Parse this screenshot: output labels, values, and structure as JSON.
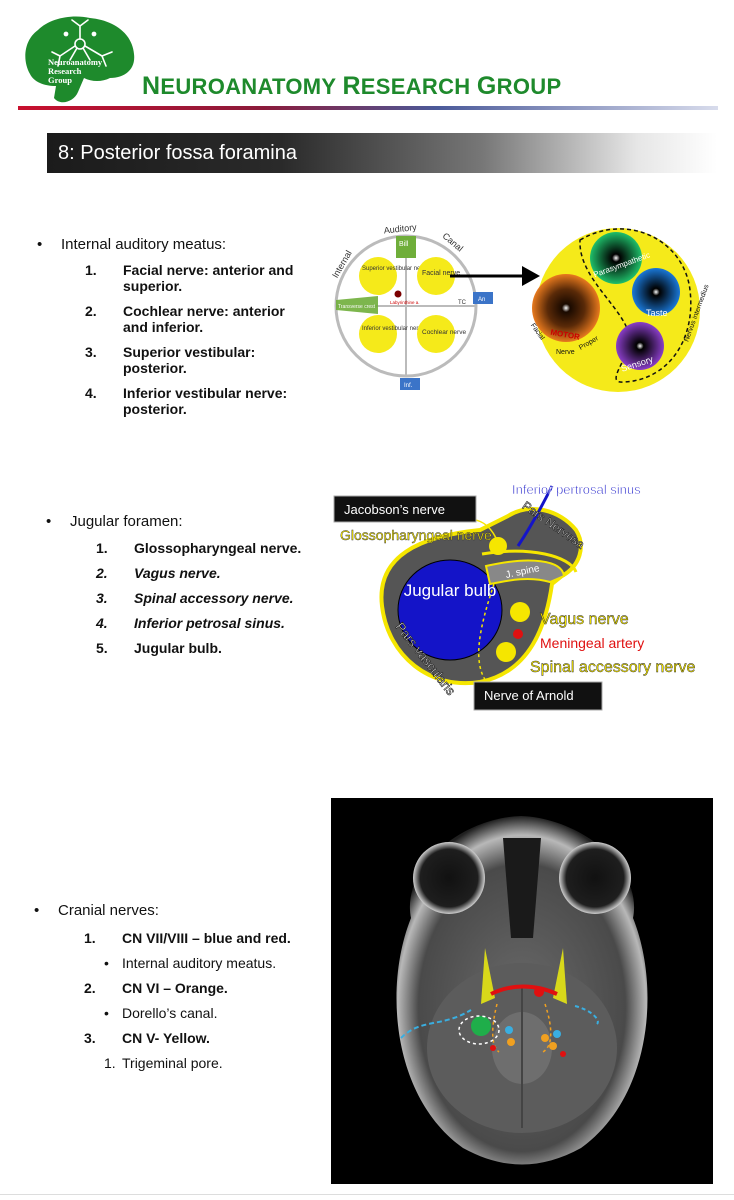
{
  "header": {
    "logo_text": [
      "Neuroanatomy",
      "Research",
      "Group"
    ],
    "title_parts": [
      {
        "big": "N",
        "rest": "EUROANATOMY"
      },
      {
        "big": "R",
        "rest": "ESEARCH"
      },
      {
        "big": "G",
        "rest": "ROUP"
      }
    ],
    "colors": {
      "green": "#1e8a2c",
      "red_line": "#c8102e"
    }
  },
  "slide_title": "8: Posterior fossa foramina",
  "sections": {
    "iam": {
      "heading": "Internal auditory meatus:",
      "items": [
        {
          "num": "1.",
          "text": "Facial nerve: anterior and superior."
        },
        {
          "num": "2.",
          "text": "Cochlear nerve: anterior and inferior."
        },
        {
          "num": "3.",
          "text": "Superior vestibular: posterior."
        },
        {
          "num": "4.",
          "text": "Inferior vestibular nerve: posterior."
        }
      ]
    },
    "jugular": {
      "heading": "Jugular foramen:",
      "items": [
        {
          "num": "1.",
          "text": "Glossopharyngeal nerve."
        },
        {
          "num": "2.",
          "text": "Vagus nerve."
        },
        {
          "num": "3.",
          "text": "Spinal accessory nerve."
        },
        {
          "num": "4.",
          "text": "Inferior petrosal sinus."
        },
        {
          "num": "5.",
          "text": "Jugular bulb."
        }
      ]
    },
    "cranial": {
      "heading": "Cranial nerves:",
      "items": [
        {
          "num": "1.",
          "text": "CN VII/VIII – blue and red.",
          "sub_marker": "•",
          "sub": "Internal auditory meatus."
        },
        {
          "num": "2.",
          "text": "CN VI – Orange.",
          "sub_marker": "•",
          "sub": "Dorello’s canal."
        },
        {
          "num": "3.",
          "text": "CN V- Yellow.",
          "sub_marker": "1.",
          "sub": "Trigeminal pore."
        }
      ]
    }
  },
  "iam_diagram": {
    "ring_labels": [
      "Internal",
      "Auditory",
      "Canal"
    ],
    "bill_label": "Bill",
    "quadrants": [
      "Superior vestibular nerve",
      "Facial nerve",
      "Inferior vestibular nerve",
      "Cochlear nerve"
    ],
    "transverse_label": "Transverse crest",
    "labyrinthine_label": "Labyrinthine a.",
    "tc_label": "TC",
    "tabs": [
      "An",
      "Inf."
    ],
    "zoom_labels": [
      "Parasympathetic",
      "Taste",
      "Sensory",
      "MOTOR",
      "Facial",
      "Nerve",
      "Proper",
      "Nervus intermedius"
    ]
  },
  "jugular_diagram": {
    "callouts": [
      "Jacobson’s nerve",
      "Nerve of Arnold"
    ],
    "labels": [
      "Inferior pertrosal sinus",
      "Pars Nervosa",
      "Glossopharyngeal nerve",
      "J. spine",
      "Jugular bulb",
      "Vagus nerve",
      "Meningeal artery",
      "Spinal accessory nerve",
      "Pars vascularis"
    ],
    "colors": {
      "yellow": "#f5e600",
      "blue": "#1414c8",
      "red": "#e01010"
    }
  }
}
